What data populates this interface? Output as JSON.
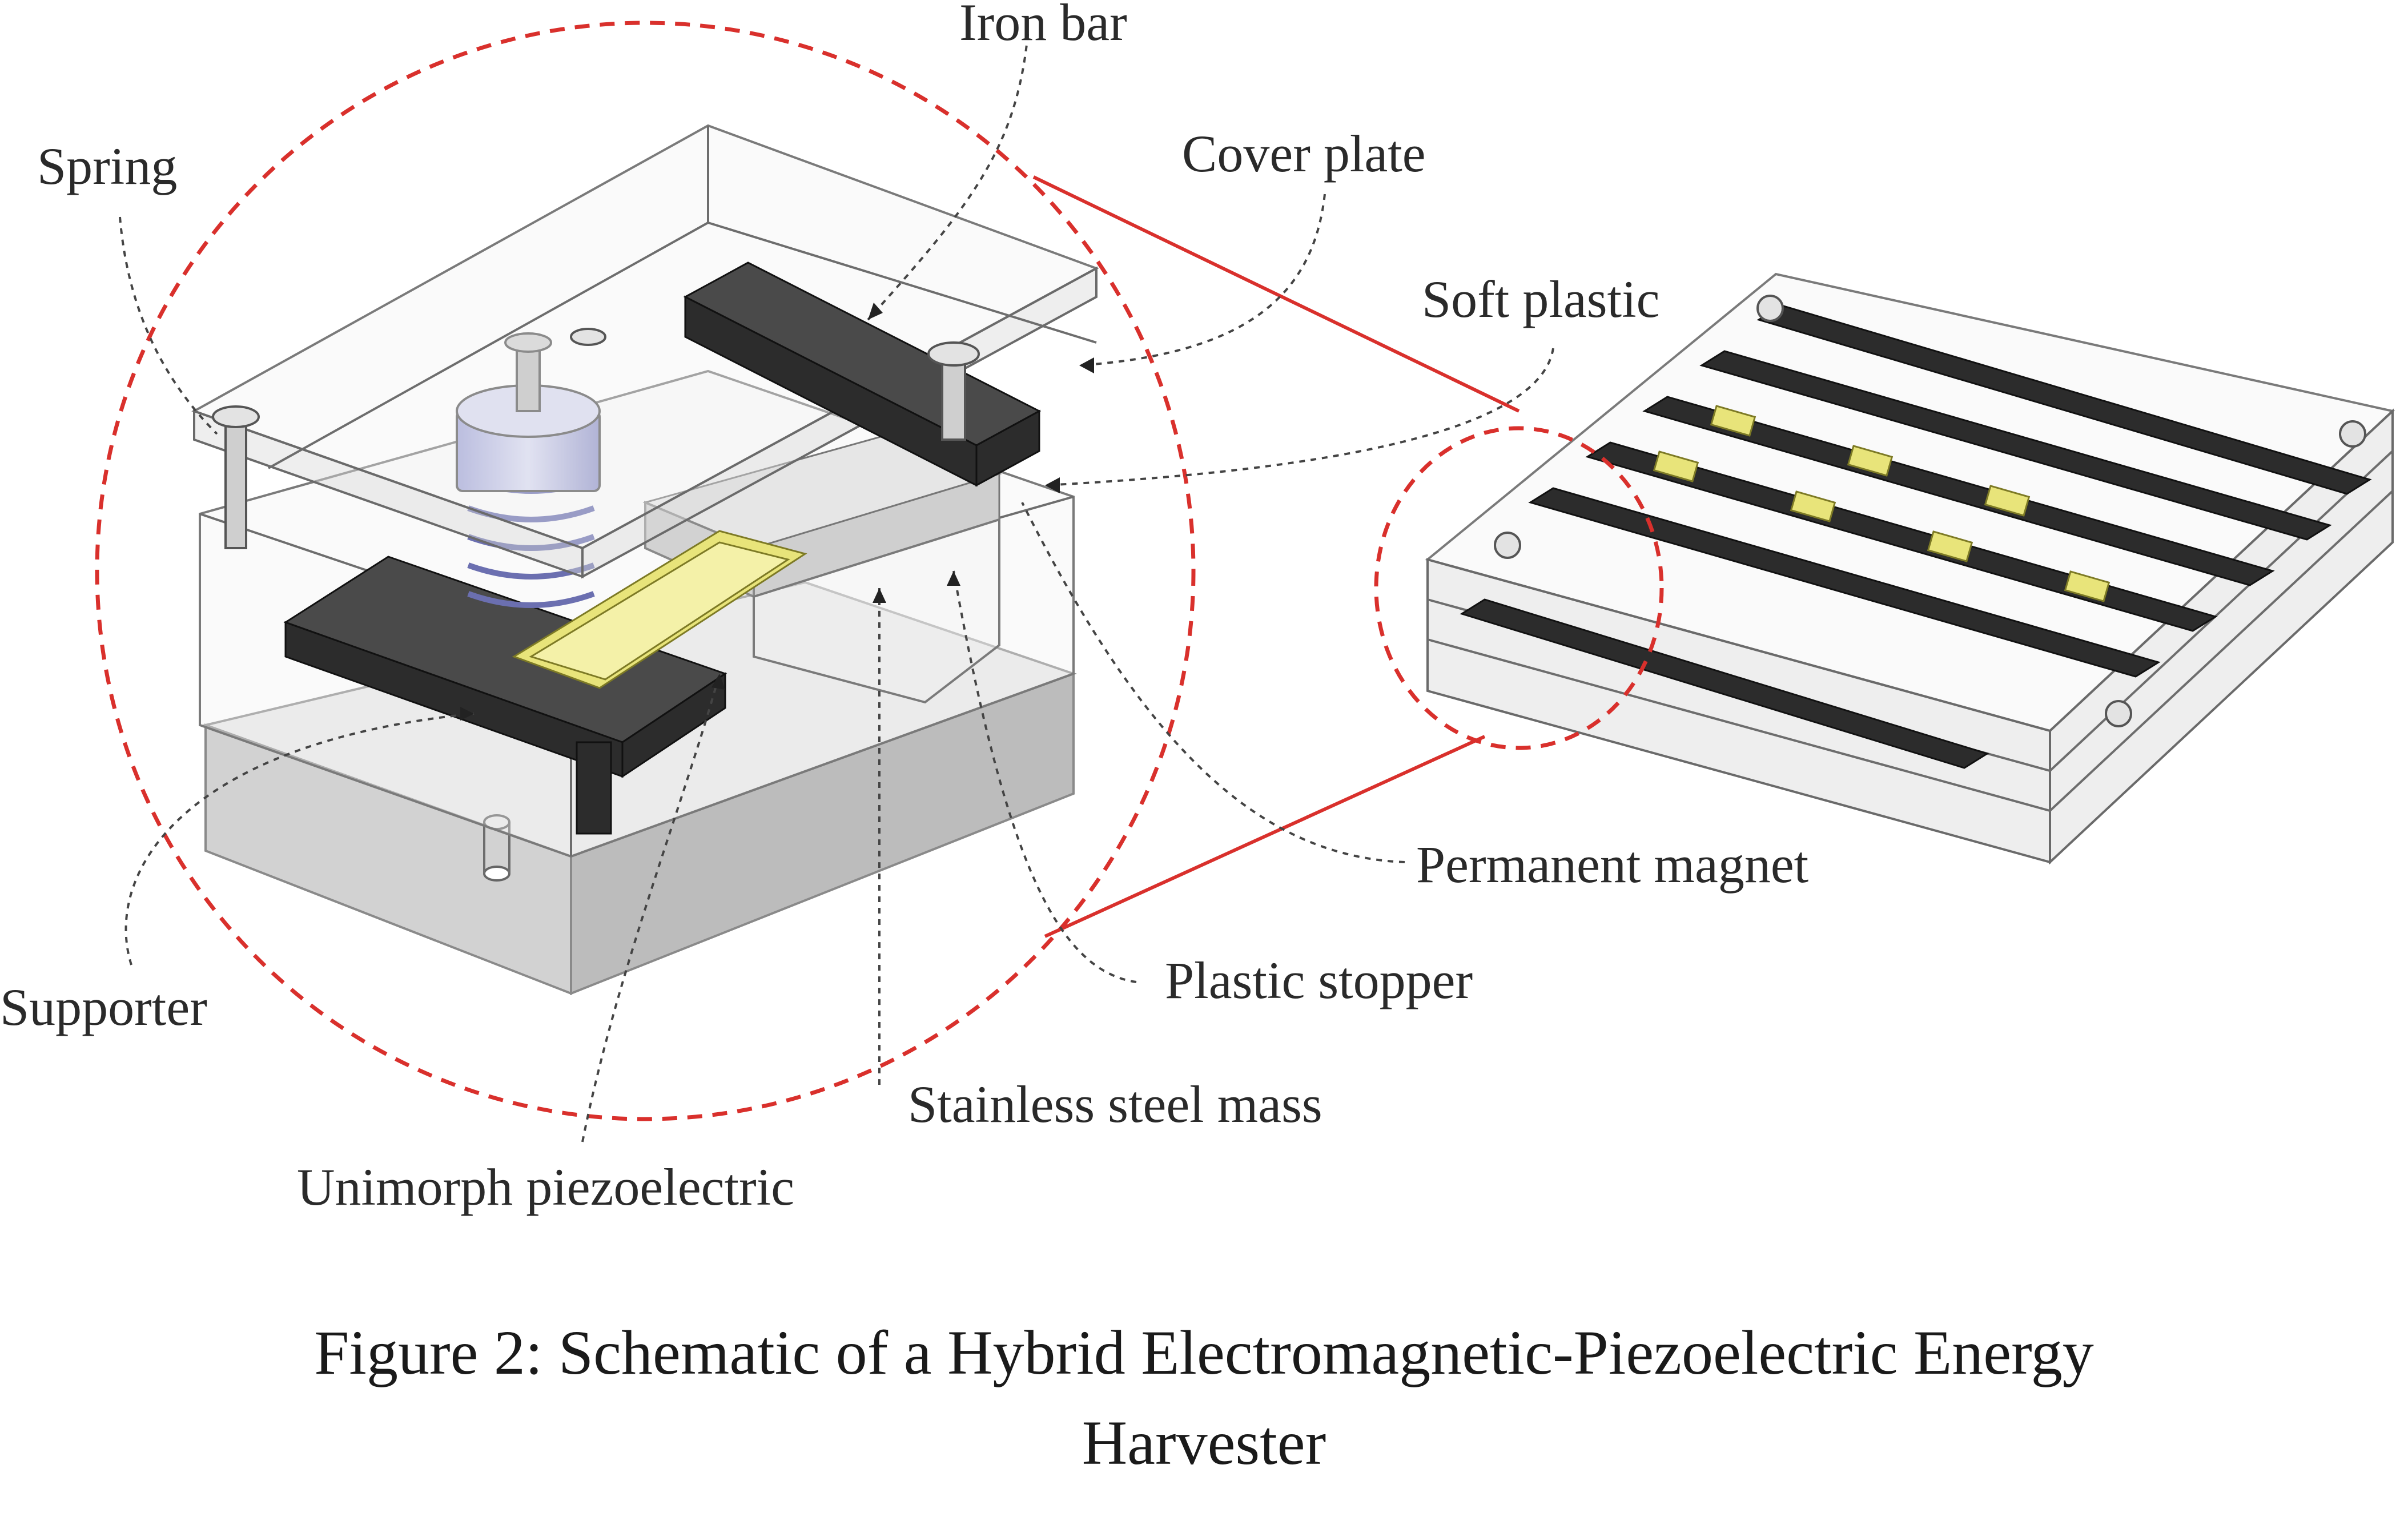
{
  "figure": {
    "caption_line1": "Figure 2: Schematic of a Hybrid Electromagnetic-Piezoelectric Energy",
    "caption_line2": "Harvester"
  },
  "labels": {
    "iron_bar": "Iron bar",
    "spring": "Spring",
    "cover_plate": "Cover plate",
    "soft_plastic": "Soft plastic",
    "permanent_magnet": "Permanent magnet",
    "plastic_stopper": "Plastic stopper",
    "supporter": "Supporter",
    "stainless_steel_mass": "Stainless steel mass",
    "unimorph_piezoelectric": "Unimorph piezoelectric"
  },
  "colors": {
    "highlight": "#d9302c",
    "magnet": "#2c2c2c",
    "piezo": "#e8e47a",
    "spring": "#6b6fb0"
  }
}
